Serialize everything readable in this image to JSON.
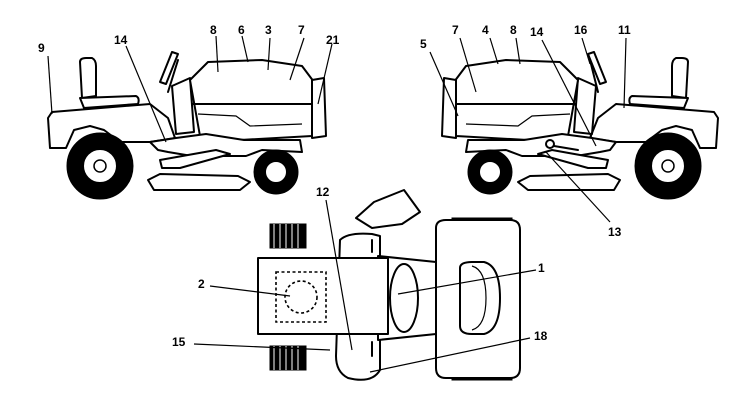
{
  "callouts": {
    "left_view": [
      "9",
      "14",
      "8",
      "6",
      "3",
      "7",
      "21"
    ],
    "right_view": [
      "5",
      "7",
      "4",
      "8",
      "14",
      "16",
      "11",
      "13"
    ],
    "top_view": [
      "12",
      "1",
      "2",
      "15",
      "18"
    ]
  }
}
